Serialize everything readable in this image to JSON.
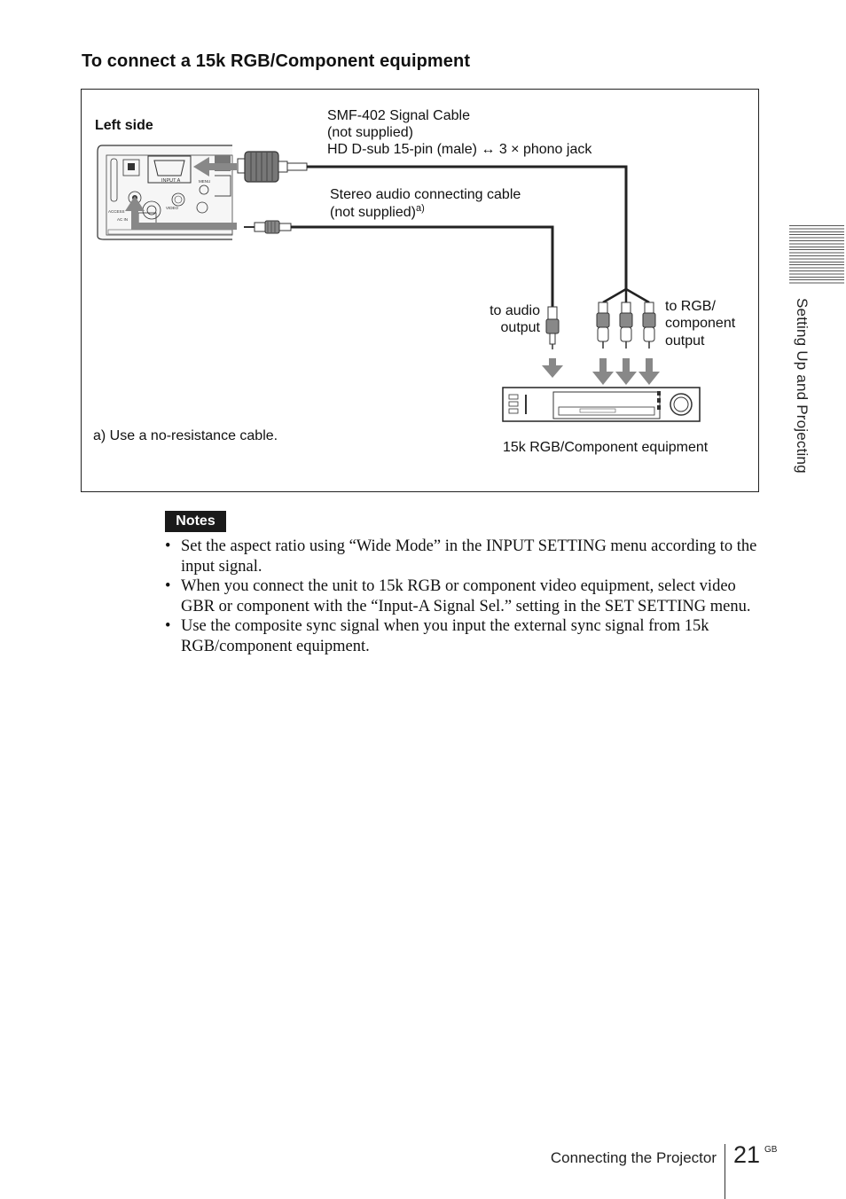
{
  "heading": "To connect a 15k RGB/Component equipment",
  "figure": {
    "left_side_label": "Left side",
    "signal_cable": {
      "line1": "SMF-402 Signal Cable",
      "line2": "(not supplied)",
      "line3": "HD D-sub 15-pin (male) ↔ 3 × phono jack"
    },
    "audio_cable": {
      "line1": "Stereo audio connecting cable",
      "line2": "(not supplied)",
      "footnote_mark": "a)"
    },
    "to_audio_output": {
      "line1": "to audio",
      "line2": "output"
    },
    "to_rgb_output": {
      "line1": "to RGB/",
      "line2": "component",
      "line3": "output"
    },
    "equipment_label": "15k RGB/Component equipment",
    "footnote": "a) Use a no-resistance cable.",
    "panel_labels": {
      "input_a": "INPUT A",
      "menu": "MENU",
      "video": "VIDEO",
      "s_video": "S VIDEO",
      "ac_in": "AC IN",
      "access": "ACCESS"
    }
  },
  "side_tab": "Setting Up and Projecting",
  "notes": {
    "badge": "Notes",
    "items": [
      "Set the aspect ratio using “Wide Mode” in the INPUT SETTING menu according to the input signal.",
      "When you connect the unit to 15k RGB or component video equipment, select video GBR or component with the “Input-A Signal Sel.” setting in the SET SETTING menu.",
      "Use the composite sync signal when you input the external sync signal from 15k RGB/component equipment."
    ]
  },
  "footer": {
    "section": "Connecting the Projector",
    "page": "21",
    "suffix": "GB"
  }
}
